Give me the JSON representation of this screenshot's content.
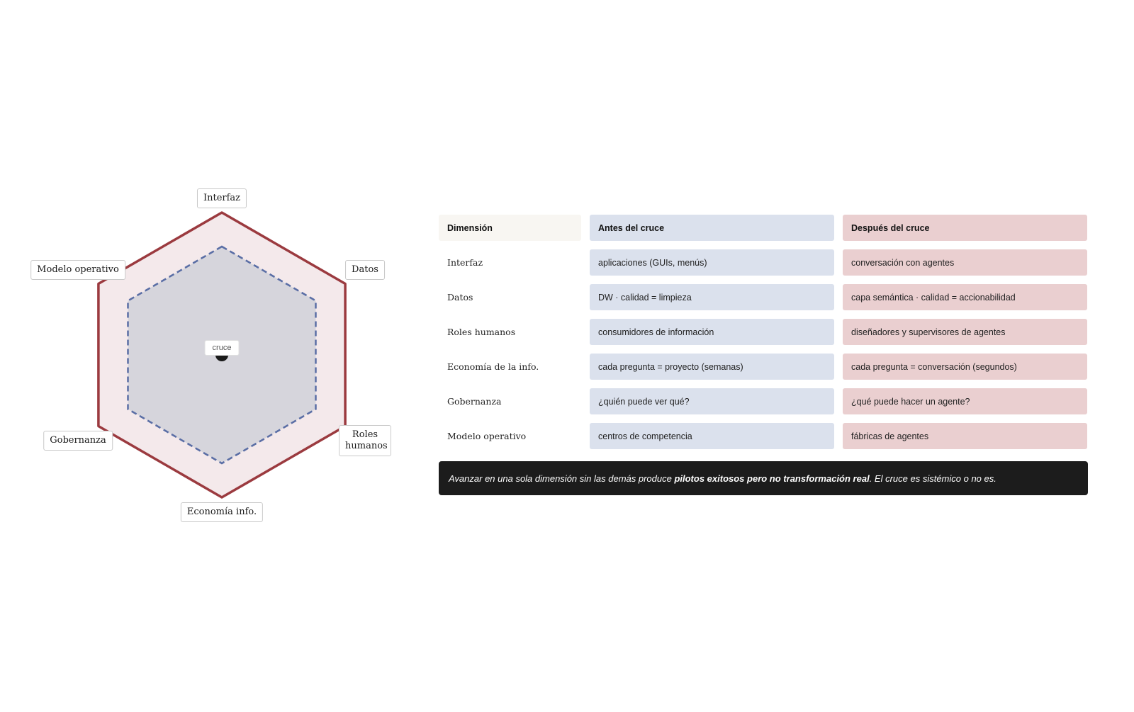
{
  "diagram": {
    "axes": [
      {
        "label": "Interfaz"
      },
      {
        "label": "Datos"
      },
      {
        "label": "Roles humanos"
      },
      {
        "label": "Economía info."
      },
      {
        "label": "Gobernanza"
      },
      {
        "label": "Modelo operativo"
      }
    ],
    "center_label": "cruce",
    "colors": {
      "outer_stroke": "#9b3a3f",
      "outer_fill": "#f4e9eb",
      "inner_stroke": "#5a6ea5",
      "inner_fill": "#d6d5dc",
      "center_dot": "#1a1a1a"
    }
  },
  "table": {
    "headers": [
      "Dimensión",
      "Antes del cruce",
      "Después del cruce"
    ],
    "rows": [
      {
        "dimension": "Interfaz",
        "before": "aplicaciones (GUIs, menús)",
        "after": "conversación con agentes"
      },
      {
        "dimension": "Datos",
        "before": "DW · calidad = limpieza",
        "after": "capa semántica · calidad = accionabilidad"
      },
      {
        "dimension": "Roles humanos",
        "before": "consumidores de información",
        "after": "diseñadores y supervisores de agentes"
      },
      {
        "dimension": "Economía de la info.",
        "before": "cada pregunta = proyecto (semanas)",
        "after": "cada pregunta = conversación (segundos)"
      },
      {
        "dimension": "Gobernanza",
        "before": "¿quién puede ver qué?",
        "after": "¿qué puede hacer un agente?"
      },
      {
        "dimension": "Modelo operativo",
        "before": "centros de competencia",
        "after": "fábricas de agentes"
      }
    ],
    "colors": {
      "before": "#dbe1ed",
      "after": "#eacfd0",
      "header_dim": "#f8f6f2"
    }
  },
  "note": {
    "text_before": "Avanzar en una sola dimensión sin las demás produce ",
    "text_bold": "pilotos exitosos pero no transformación real",
    "text_after": ". El cruce es sistémico o no es.",
    "background": "#1c1c1c"
  }
}
